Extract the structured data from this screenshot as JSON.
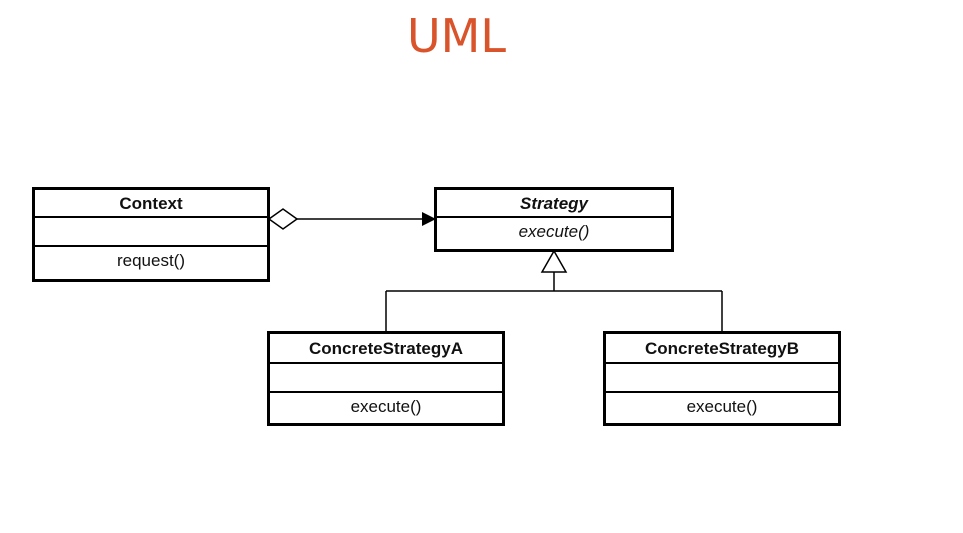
{
  "title": "UML",
  "colors": {
    "title": "#d9532b",
    "line": "#000000"
  },
  "classes": {
    "context": {
      "name": "Context",
      "attributes": "",
      "operation": "request()"
    },
    "strategy": {
      "name": "Strategy",
      "operation": "execute()",
      "abstract": true
    },
    "concrete_a": {
      "name": "ConcreteStrategyA",
      "attributes": "",
      "operation": "execute()"
    },
    "concrete_b": {
      "name": "ConcreteStrategyB",
      "attributes": "",
      "operation": "execute()"
    }
  },
  "relationships": [
    {
      "type": "aggregation",
      "from": "Context",
      "to": "Strategy"
    },
    {
      "type": "generalization",
      "from": "ConcreteStrategyA",
      "to": "Strategy"
    },
    {
      "type": "generalization",
      "from": "ConcreteStrategyB",
      "to": "Strategy"
    }
  ]
}
